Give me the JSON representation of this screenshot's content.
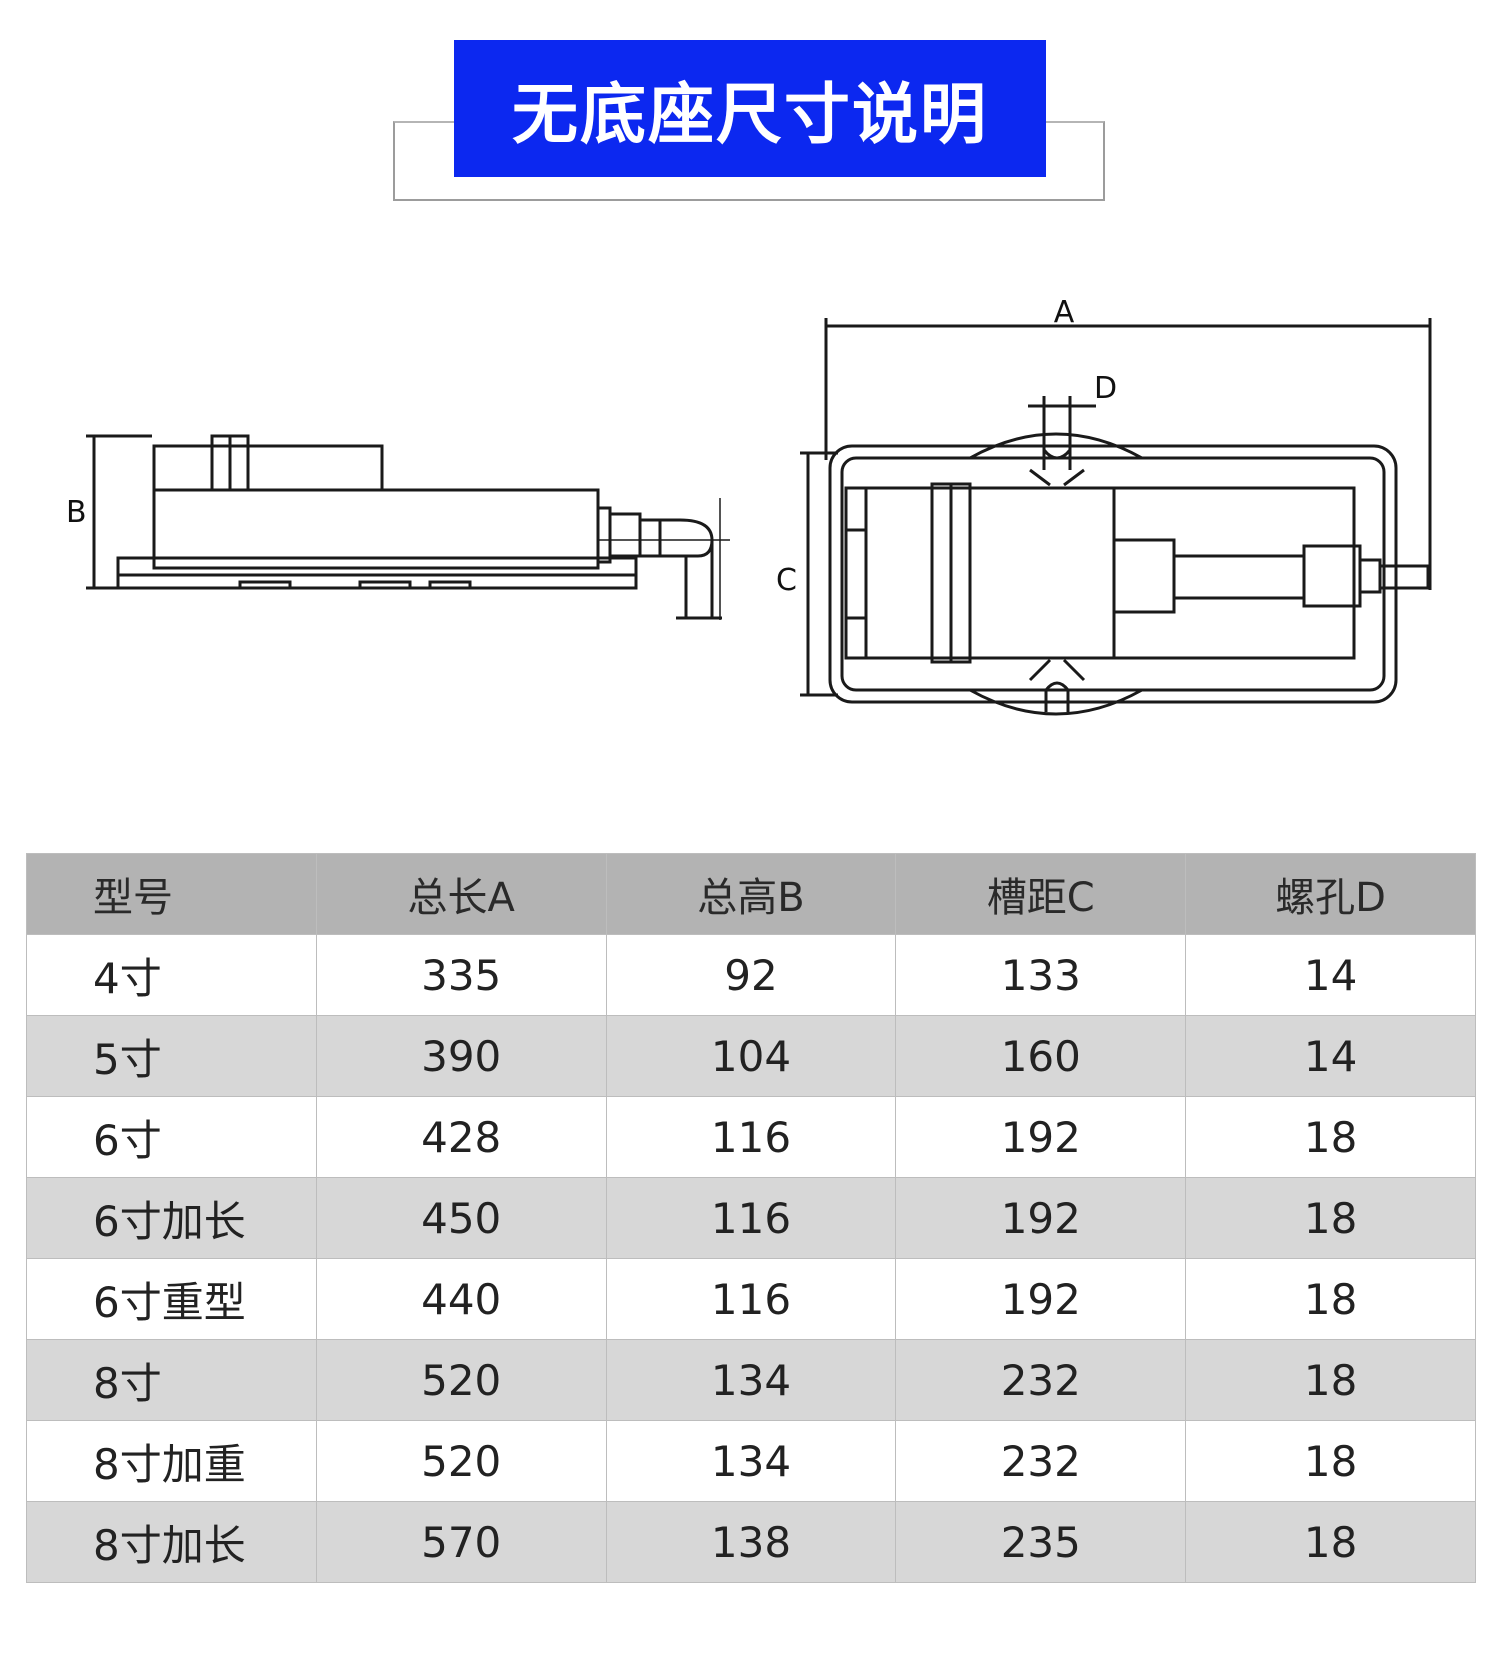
{
  "header": {
    "title": "无底座尺寸说明"
  },
  "diagram": {
    "labels": {
      "a": "A",
      "b": "B",
      "c": "C",
      "d": "D"
    }
  },
  "table": {
    "columns": [
      "型号",
      "总长A",
      "总高B",
      "槽距C",
      "螺孔D"
    ],
    "rows": [
      [
        "4寸",
        "335",
        "92",
        "133",
        "14"
      ],
      [
        "5寸",
        "390",
        "104",
        "160",
        "14"
      ],
      [
        "6寸",
        "428",
        "116",
        "192",
        "18"
      ],
      [
        "6寸加长",
        "450",
        "116",
        "192",
        "18"
      ],
      [
        "6寸重型",
        "440",
        "116",
        "192",
        "18"
      ],
      [
        "8寸",
        "520",
        "134",
        "232",
        "18"
      ],
      [
        "8寸加重",
        "520",
        "134",
        "232",
        "18"
      ],
      [
        "8寸加长",
        "570",
        "138",
        "235",
        "18"
      ]
    ]
  }
}
